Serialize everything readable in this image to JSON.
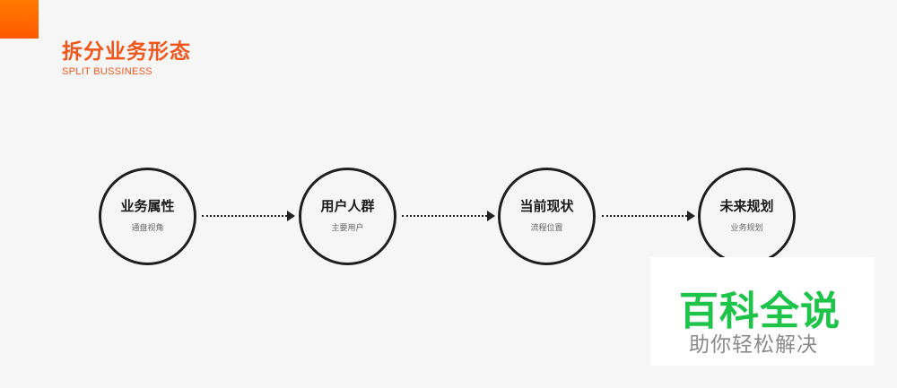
{
  "header": {
    "title": "拆分业务形态",
    "subtitle": "SPLIT BUSSINESS",
    "accent_color": "#f0561c"
  },
  "flow": {
    "steps": [
      {
        "title": "业务属性",
        "subtitle": "通盘视角"
      },
      {
        "title": "用户人群",
        "subtitle": "主要用户"
      },
      {
        "title": "当前现状",
        "subtitle": "流程位置"
      },
      {
        "title": "未来规划",
        "subtitle": "业务规划"
      }
    ],
    "connector_icon": "dotted-arrow-right"
  },
  "watermark": {
    "title": "百科全说",
    "subtitle": "助你轻松解决",
    "title_color": "#1ec34a"
  }
}
